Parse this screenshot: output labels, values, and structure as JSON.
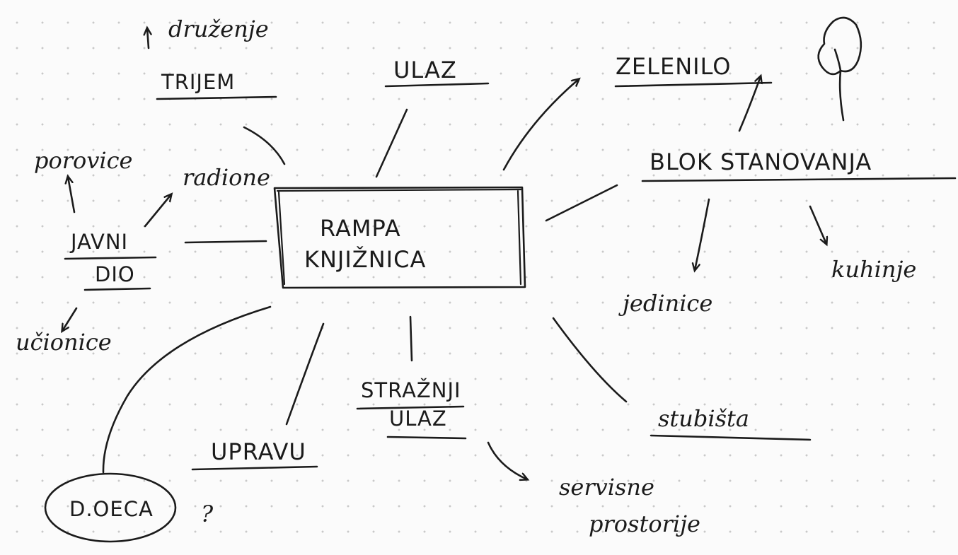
{
  "center": {
    "line1": "RAMPA",
    "line2": "KNJIŽNICA"
  },
  "nodes": {
    "trijem": "TRIJEM",
    "druzenje": "druženje",
    "ulaz": "ULAZ",
    "zelenilo": "ZELENILO",
    "blok": "BLOK STANOVANJA",
    "jedinice": "jedinice",
    "kuhinje": "kuhinje",
    "stubista": "stubišta",
    "strazni1": "STRAŽNJI",
    "strazni2": "ULAZ",
    "servisne1": "servisne",
    "servisne2": "prostorije",
    "upravu": "UPRAVU",
    "doeca": "D.OECA",
    "question": "?",
    "javni1": "JAVNI",
    "javni2": "DIO",
    "porovice": "porovice",
    "radione": "radione",
    "ucionice": "učionice"
  }
}
